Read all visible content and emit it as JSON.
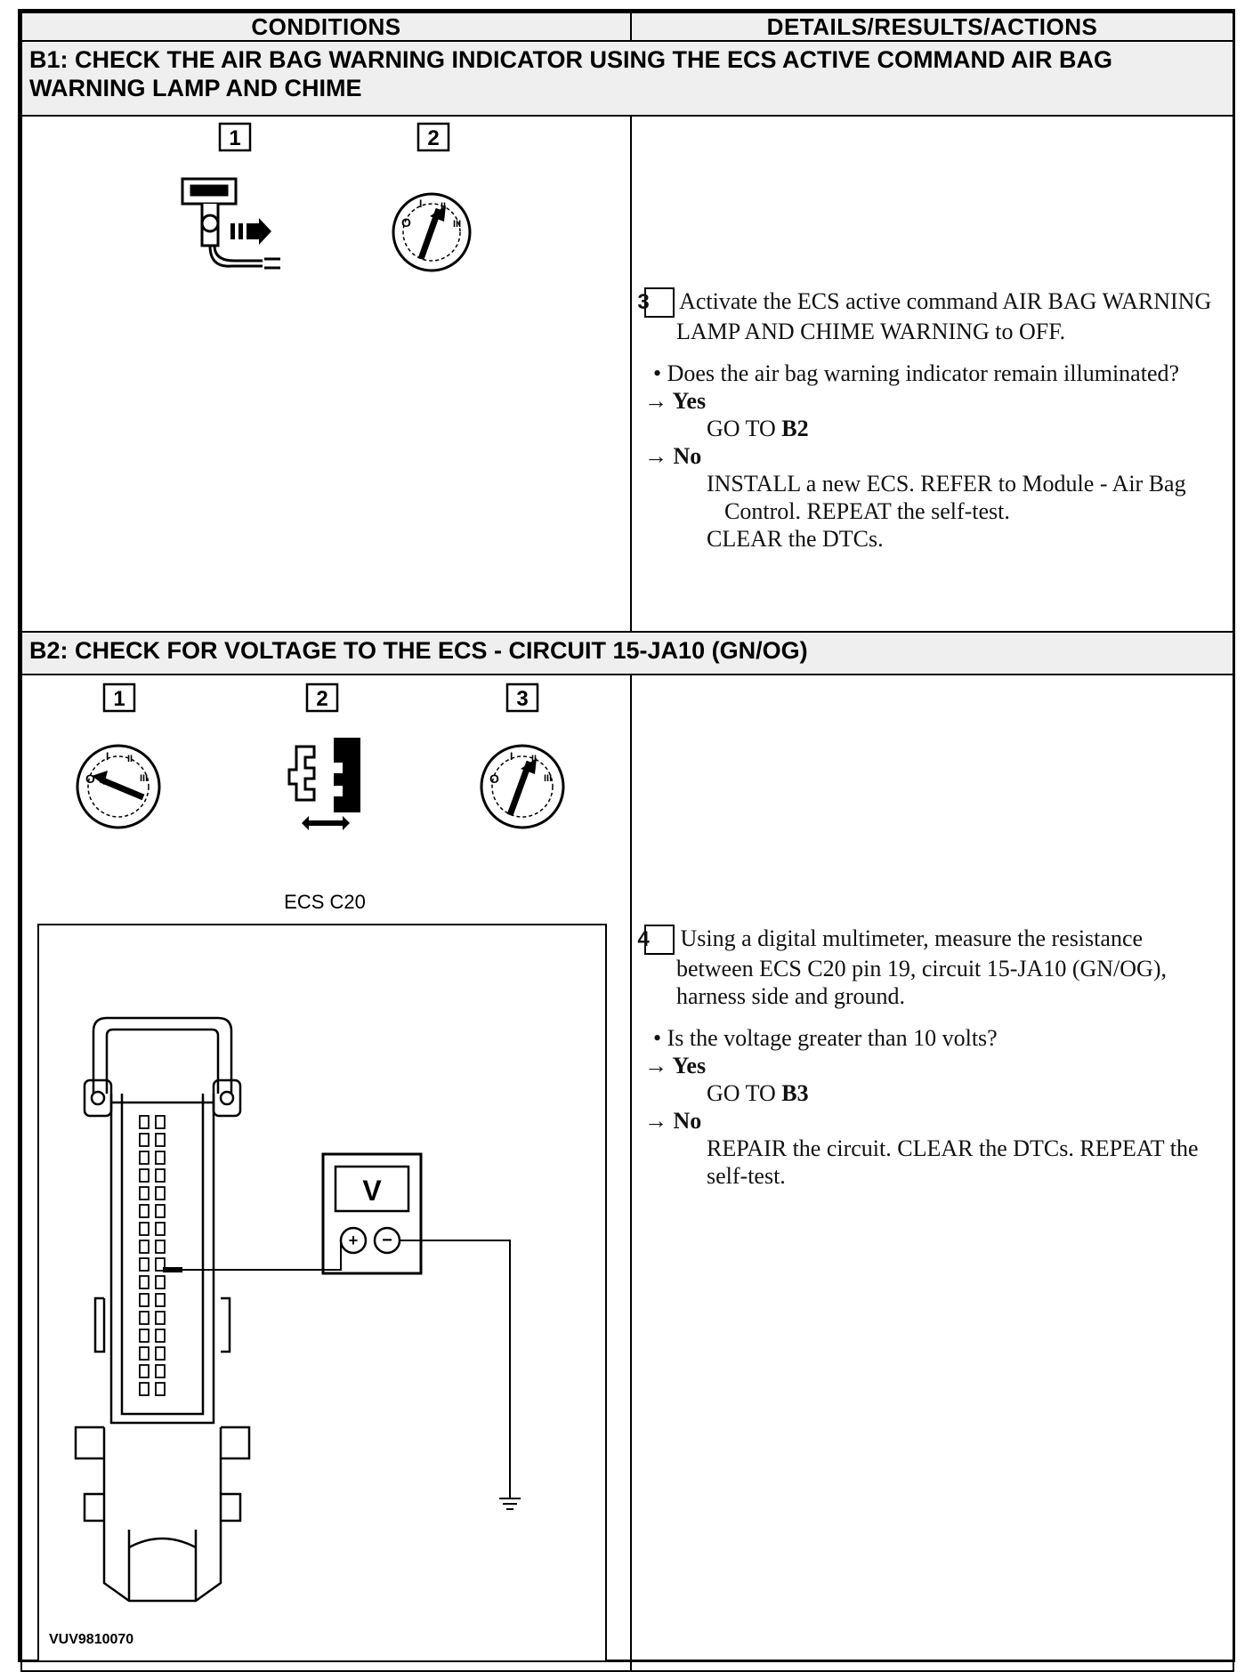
{
  "header": {
    "conditions": "CONDITIONS",
    "details": "DETAILS/RESULTS/ACTIONS"
  },
  "b1": {
    "title": "B1: CHECK THE AIR BAG WARNING INDICATOR USING THE ECS ACTIVE COMMAND AIR BAG WARNING LAMP AND CHIME",
    "illustration_steps": [
      "1",
      "2"
    ],
    "icons": [
      "connector-disconnect-icon",
      "ignition-switch-on-icon"
    ],
    "step_number": "3",
    "step_text": "Activate the ECS active command AIR BAG WARNING LAMP AND CHIME WARNING to OFF.",
    "question": "• Does the air bag warning indicator remain illuminated?",
    "yes_label": "→ Yes",
    "yes_action_prefix": "GO TO ",
    "yes_action_target": "B2",
    "no_label": "→ No",
    "no_action_1": "INSTALL a new ECS. REFER to Module - Air Bag Control. REPEAT the self-test.",
    "no_action_2": "CLEAR the DTCs."
  },
  "b2": {
    "title": "B2: CHECK FOR VOLTAGE TO THE ECS - CIRCUIT 15-JA10 (GN/OG)",
    "illustration_steps": [
      "1",
      "2",
      "3"
    ],
    "icons": [
      "ignition-switch-off-icon",
      "connector-disconnect-icon",
      "ignition-switch-on-icon"
    ],
    "diagram_title": "ECS C20",
    "meter_label": "V",
    "figure_id": "VUV9810070",
    "step_number": "4",
    "step_text": "Using a digital multimeter, measure the resistance between ECS C20 pin 19, circuit 15-JA10 (GN/OG), harness side and ground.",
    "question": "• Is the voltage greater than 10 volts?",
    "yes_label": "→ Yes",
    "yes_action_prefix": "GO TO ",
    "yes_action_target": "B3",
    "no_label": "→ No",
    "no_action_1": "REPAIR the circuit. CLEAR the DTCs. REPEAT the self-test."
  }
}
